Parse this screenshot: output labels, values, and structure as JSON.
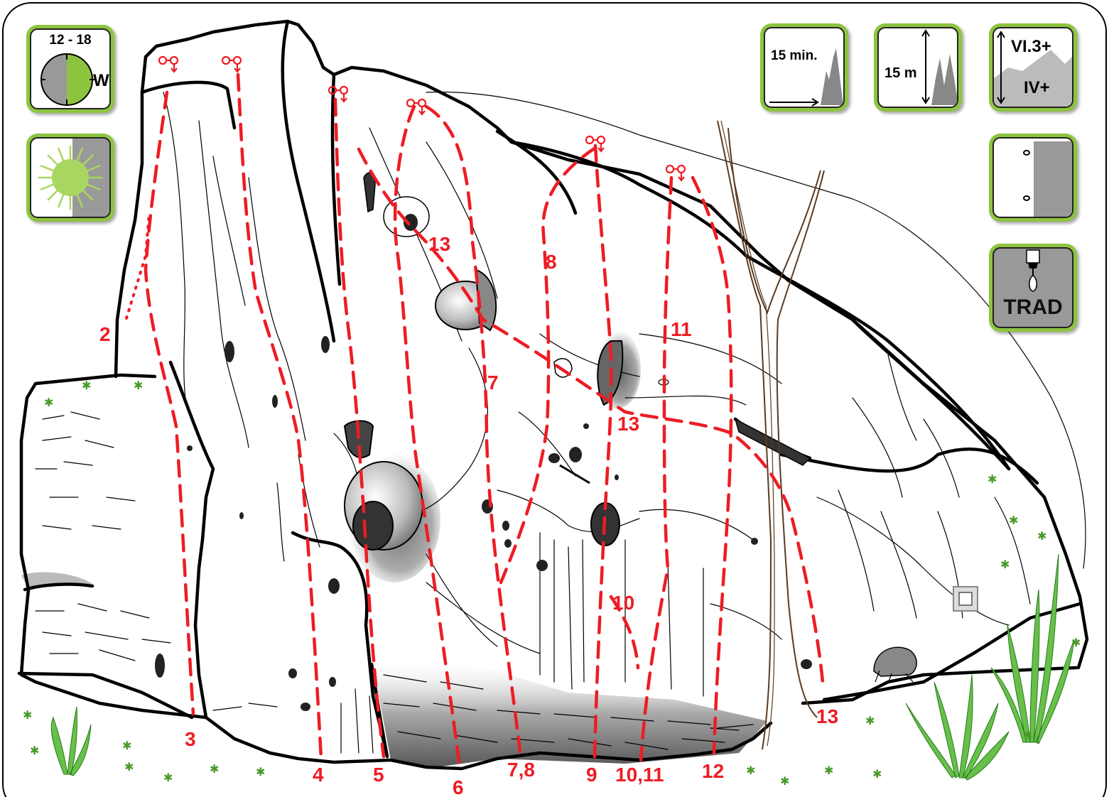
{
  "info": {
    "time_of_sun": "12 - 18",
    "aspect": "W",
    "approach": "15 min.",
    "height": "15 m",
    "grade_max": "VI.3+",
    "grade_min": "IV+",
    "style": "TRAD"
  },
  "icons": {
    "aspect": "compass-half-icon",
    "sun": "sun-icon",
    "approach": "walking-distance-icon",
    "height": "rock-height-icon",
    "grade": "grade-range-icon",
    "bolts": "bolt-protection-icon",
    "style": "trad-gear-icon",
    "anchor": "rappel-anchor-icon"
  },
  "colors": {
    "route_line": "#ee1c24",
    "panel_frame": "#8dc43f",
    "rock_shadow": "#999999"
  },
  "route_labels": [
    "2",
    "3",
    "4",
    "5",
    "6",
    "7",
    "7,8",
    "8",
    "9",
    "10",
    "10,11",
    "11",
    "12",
    "13",
    "13",
    "13"
  ]
}
